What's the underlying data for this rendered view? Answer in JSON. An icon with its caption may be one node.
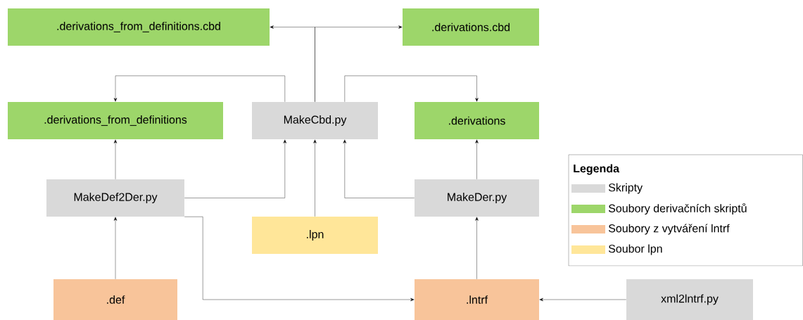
{
  "diagram": {
    "nodes": [
      {
        "text": [
          ".derivations_from_definitions.cbd"
        ]
      },
      {
        "text": [
          ".derivations.cbd"
        ]
      },
      {
        "text": [
          ".derivations_from_definitions"
        ]
      },
      {
        "text": [
          "MakeCbd.py"
        ]
      },
      {
        "text": [
          ".derivations"
        ]
      },
      {
        "text": [
          "MakeDef2Der.py"
        ]
      },
      {
        "text": [
          "MakeDer.py"
        ]
      },
      {
        "text": [
          ".lpn"
        ]
      },
      {
        "text": [
          ".def"
        ]
      },
      {
        "text": [
          ".lntrf"
        ]
      },
      {
        "text": [
          "xml2lntrf.py"
        ]
      }
    ],
    "edges": [
      {
        "from": 3,
        "to": 0,
        "arrow": "to"
      },
      {
        "from": 3,
        "to": 1,
        "arrow": "to"
      },
      {
        "from": 3,
        "to": 2,
        "arrow": "to"
      },
      {
        "from": 3,
        "to": 4,
        "arrow": "to"
      },
      {
        "from": 5,
        "to": 2,
        "arrow": "to"
      },
      {
        "from": 5,
        "to": 3,
        "arrow": "to"
      },
      {
        "from": 7,
        "to": 3,
        "arrow": "to"
      },
      {
        "from": 6,
        "to": 3,
        "arrow": "to"
      },
      {
        "from": 6,
        "to": 4,
        "arrow": "to"
      },
      {
        "from": 8,
        "to": 5,
        "arrow": "to"
      },
      {
        "from": 9,
        "to": 6,
        "arrow": "to"
      },
      {
        "from": 5,
        "to": 9,
        "arrow": "to"
      },
      {
        "from": 10,
        "to": 9,
        "arrow": "to"
      }
    ],
    "labels": [
      "Legenda"
    ],
    "legend": [
      {
        "text": "Skripty",
        "color": "#d9d9d9"
      },
      {
        "text": "Soubory derivačních skriptů",
        "color": "#9dd66a"
      },
      {
        "text": "Soubory z vytváření lntrf",
        "color": "#f8c49a"
      },
      {
        "text": "Soubor lpn",
        "color": "#ffe699"
      }
    ]
  }
}
